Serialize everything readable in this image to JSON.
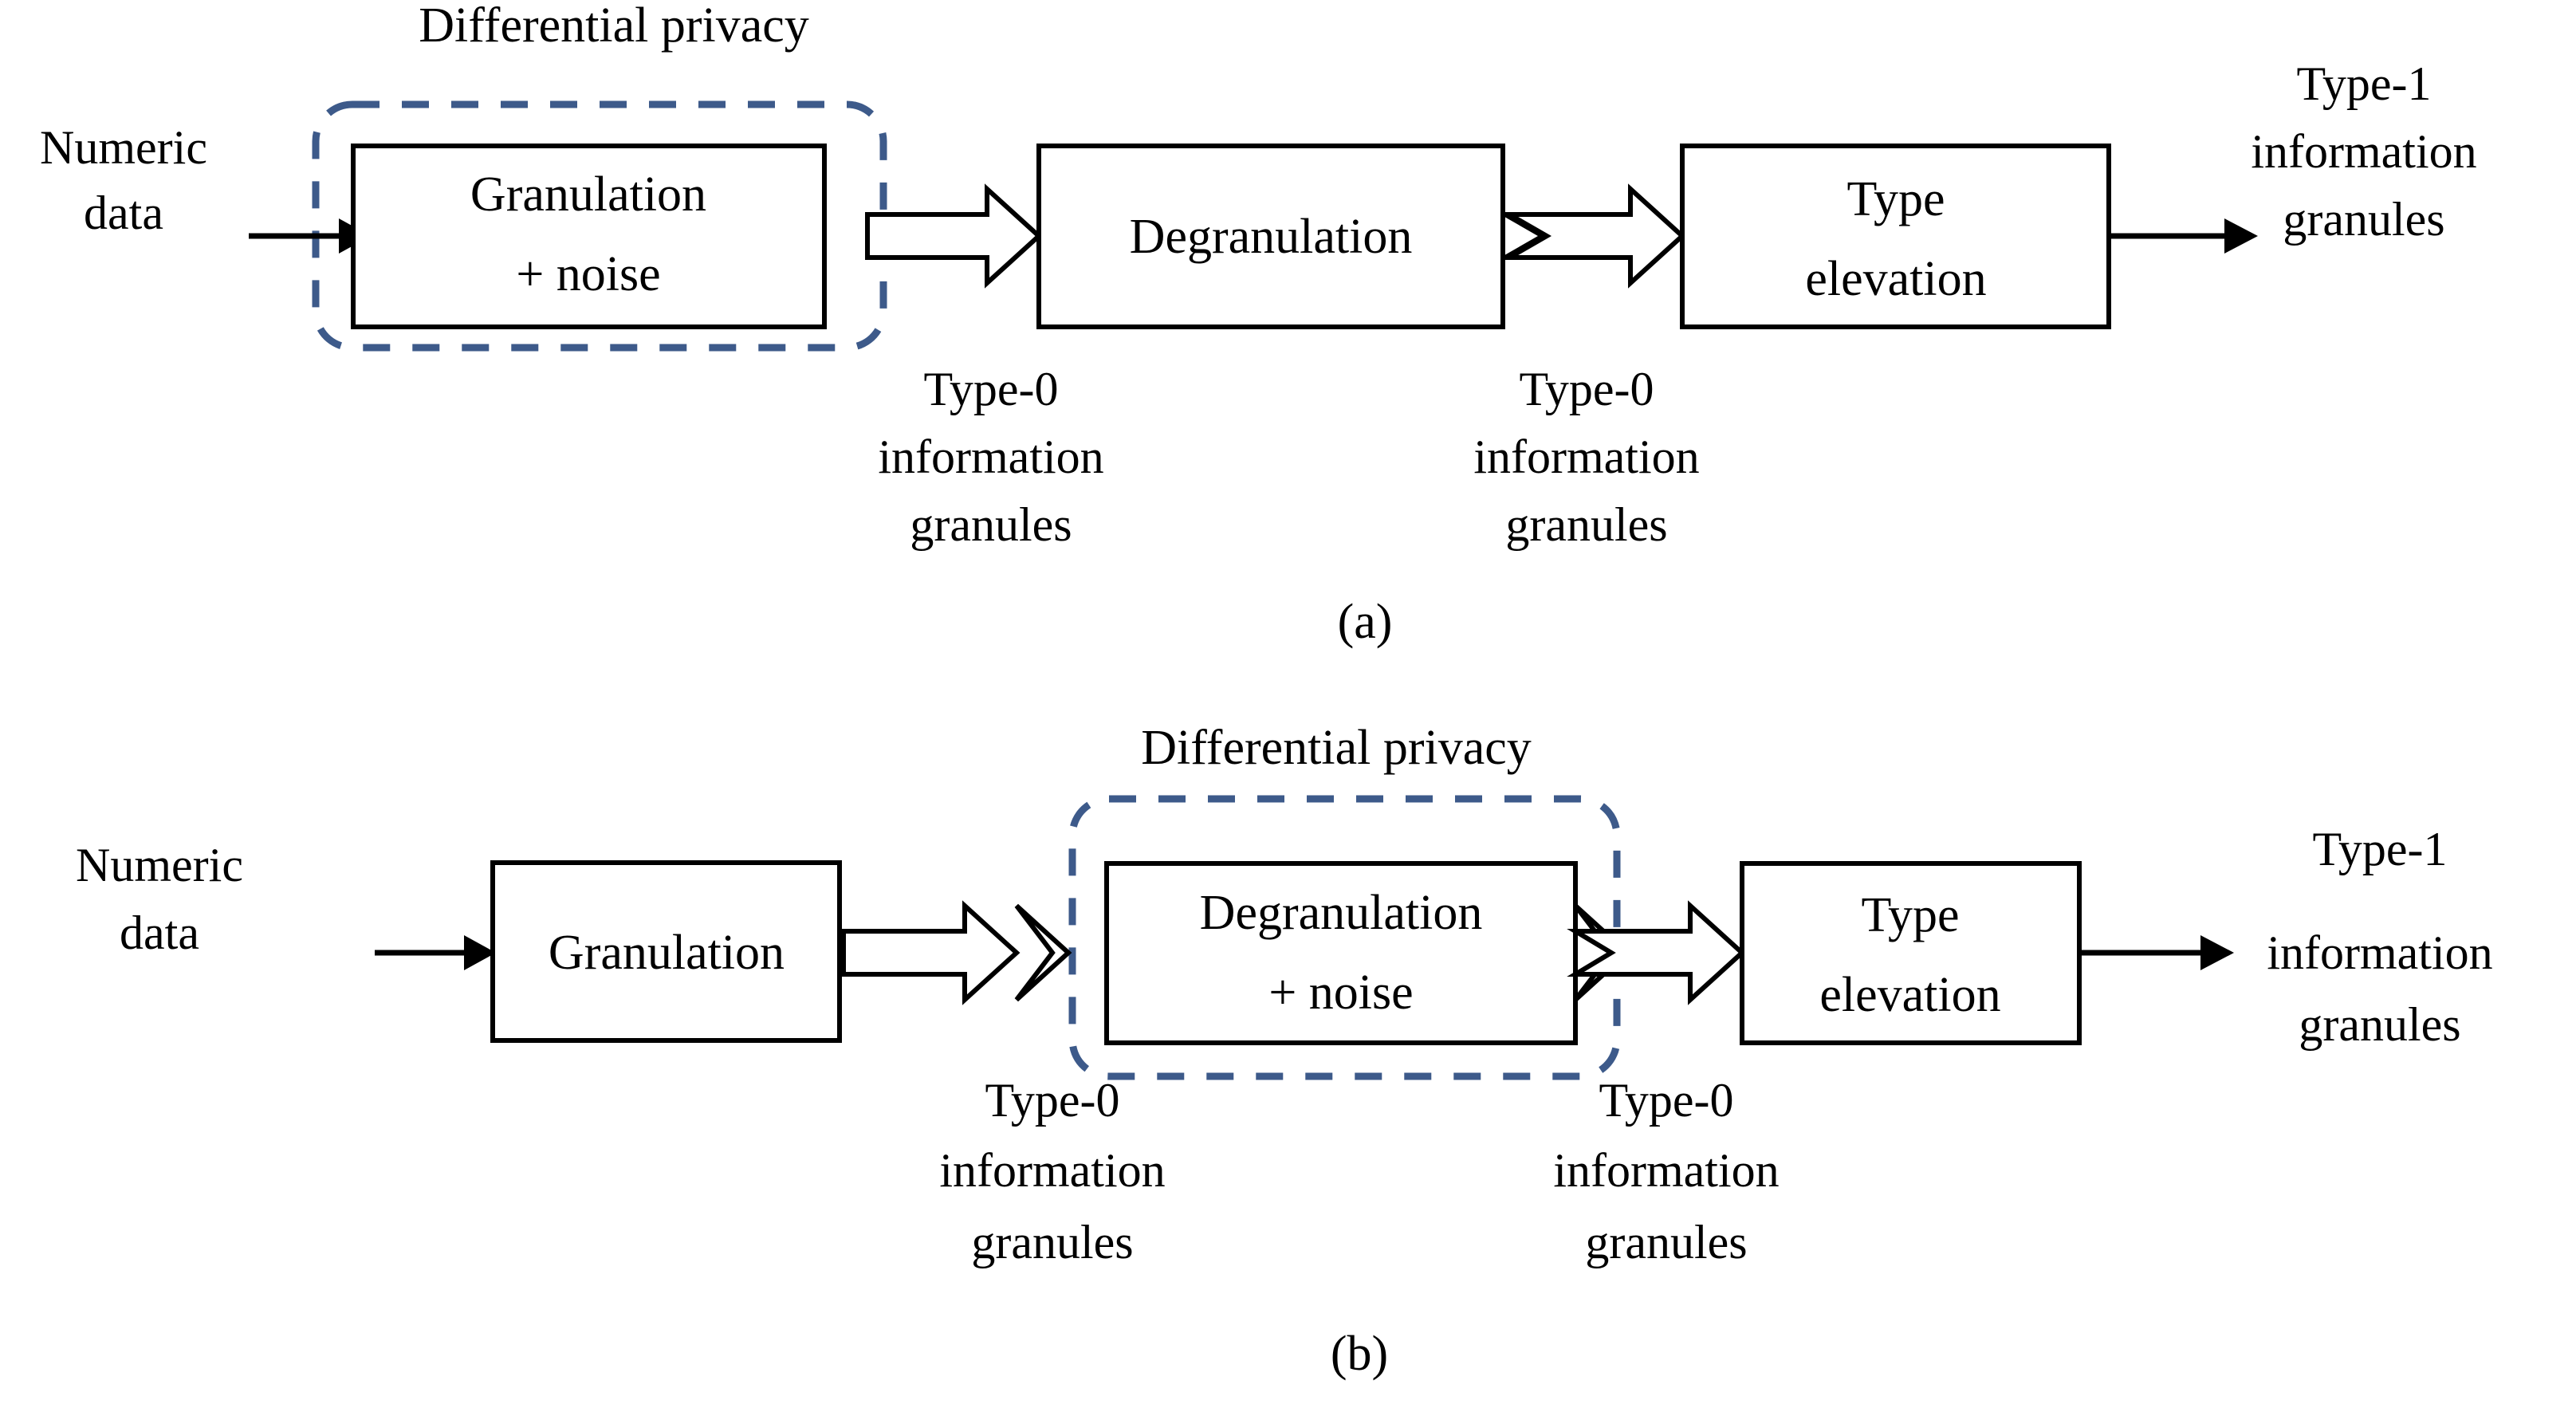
{
  "figure": {
    "background": "#ffffff",
    "line_color": "#000000",
    "dashed_box_color": "#3d5a8a"
  },
  "panels": [
    {
      "id": "panel-a",
      "caption": "(a)",
      "privacy_label": "Differential privacy",
      "input_label_line1": "Numeric",
      "input_label_line2": "data",
      "boxes": [
        {
          "id": "granulation-noise",
          "line1": "Granulation",
          "line2": "+ noise",
          "in_dashed_region": true
        },
        {
          "id": "degranulation",
          "line1": "Degranulation",
          "line2": "",
          "in_dashed_region": false
        },
        {
          "id": "type-elevation",
          "line1": "Type",
          "line2": "elevation",
          "in_dashed_region": false
        }
      ],
      "intermediate_labels": [
        {
          "id": "type0-left",
          "line1": "Type-0",
          "line2": "information",
          "line3": "granules"
        },
        {
          "id": "type0-right",
          "line1": "Type-0",
          "line2": "information",
          "line3": "granules"
        }
      ],
      "output_label": {
        "line1": "Type-1",
        "line2": "information",
        "line3": "granules"
      }
    },
    {
      "id": "panel-b",
      "caption": "(b)",
      "privacy_label": "Differential privacy",
      "input_label_line1": "Numeric",
      "input_label_line2": "data",
      "boxes": [
        {
          "id": "granulation",
          "line1": "Granulation",
          "line2": "",
          "in_dashed_region": false
        },
        {
          "id": "degranulation-noise",
          "line1": "Degranulation",
          "line2": "+ noise",
          "in_dashed_region": true
        },
        {
          "id": "type-elevation",
          "line1": "Type",
          "line2": "elevation",
          "in_dashed_region": false
        }
      ],
      "intermediate_labels": [
        {
          "id": "type0-left",
          "line1": "Type-0",
          "line2": "information",
          "line3": "granules"
        },
        {
          "id": "type0-right",
          "line1": "Type-0",
          "line2": "information",
          "line3": "granules"
        }
      ],
      "output_label": {
        "line1": "Type-1",
        "line2": "information",
        "line3": "granules"
      }
    }
  ]
}
